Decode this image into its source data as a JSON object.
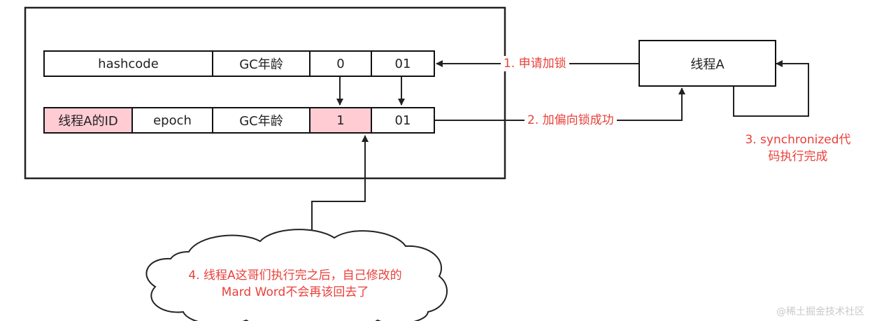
{
  "mark_word": {
    "row1": [
      "hashcode",
      "GC年龄",
      "0",
      "01"
    ],
    "row2": [
      "线程A的ID",
      "epoch",
      "GC年龄",
      "1",
      "01"
    ]
  },
  "thread": {
    "label": "线程A"
  },
  "steps": {
    "step1": "1. 申请加锁",
    "step2": "2. 加偏向锁成功",
    "step3_line1": "3. synchronized代",
    "step3_line2": "码执行完成",
    "step4_line1": "4. 线程A这哥们执行完之后，自己修改的",
    "step4_line2": "Mard Word不会再该回去了"
  },
  "watermark": "@稀土掘金技术社区",
  "colors": {
    "highlight": "#ffccd4",
    "annotation": "#e8403a",
    "stroke": "#111111"
  }
}
